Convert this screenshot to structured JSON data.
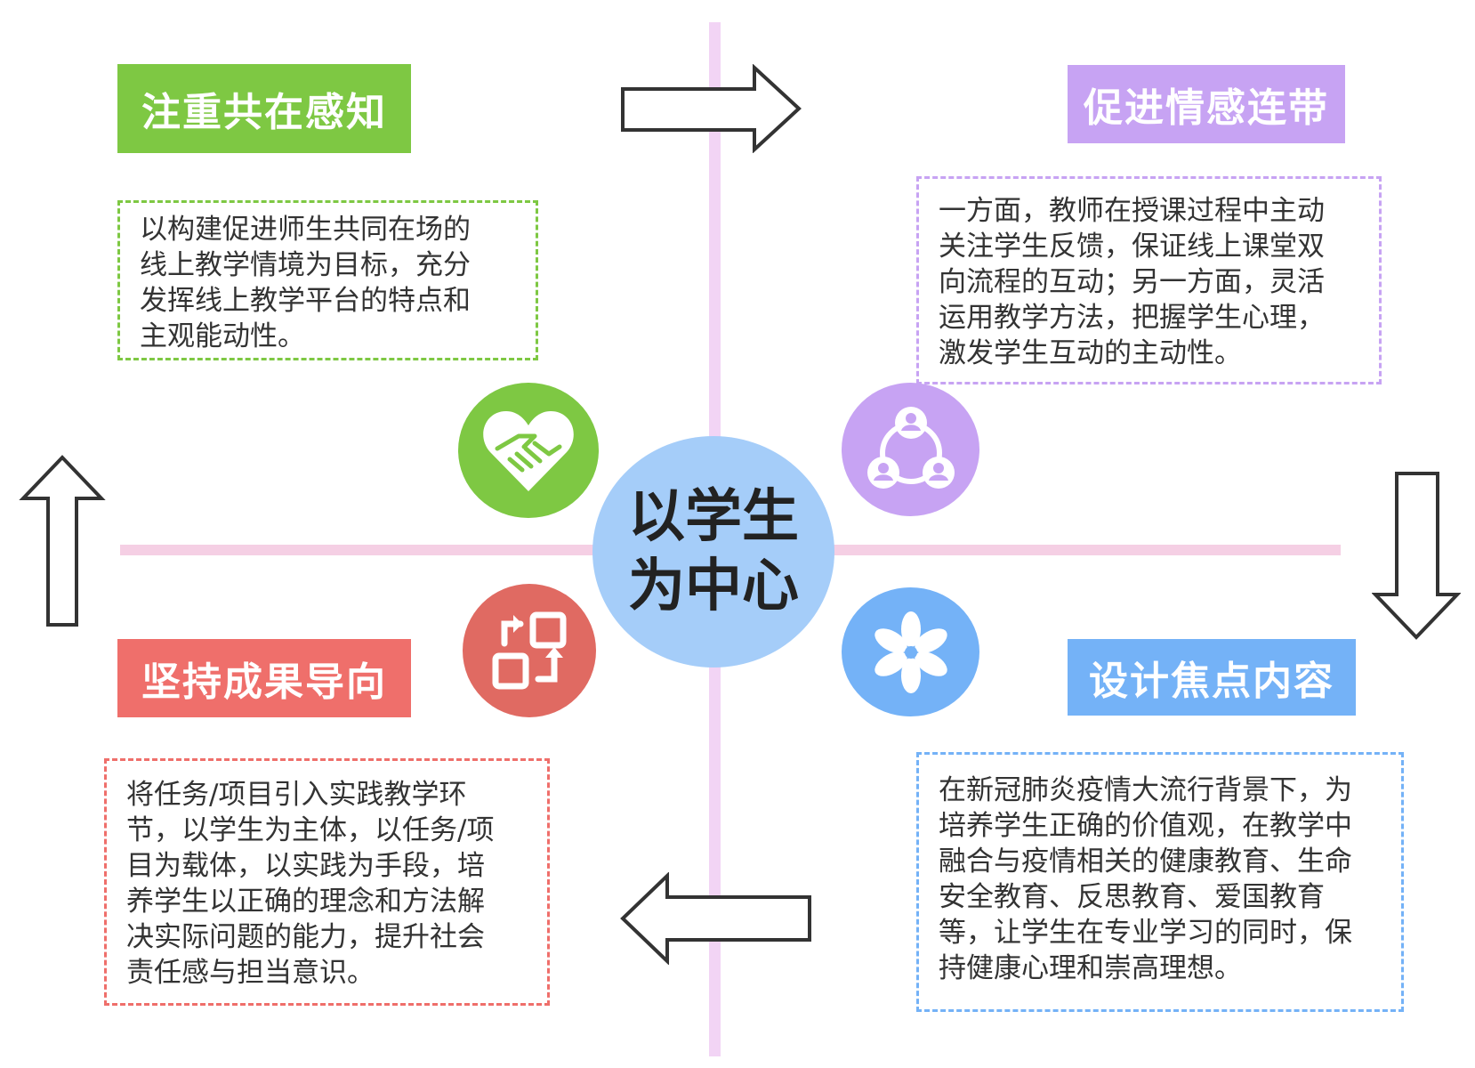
{
  "center": {
    "line1": "以学生",
    "line2": "为中心"
  },
  "quadrants": {
    "top_left": {
      "title": "注重共在感知",
      "text": "以构建促进师生共同在场的\n线上教学情境为目标，充分\n发挥线上教学平台的特点和\n主观能动性。",
      "color": "#7ec843",
      "icon": "handshake-heart-icon"
    },
    "top_right": {
      "title": "促进情感连带",
      "text": "一方面，教师在授课过程中主动\n关注学生反馈，保证线上课堂双\n向流程的互动；另一方面，灵活\n运用教学方法，把握学生心理，\n激发学生互动的主动性。",
      "color": "#c7a3f3",
      "icon": "people-network-icon"
    },
    "bottom_left": {
      "title": "坚持成果导向",
      "text": "将任务/项目引入实践教学环\n节，以学生为主体，以任务/项\n目为载体，以实践为手段，培\n养学生以正确的理念和方法解\n决实际问题的能力，提升社会\n责任感与担当意识。",
      "color": "#ef6f6b",
      "icon": "exchange-squares-icon"
    },
    "bottom_right": {
      "title": "设计焦点内容",
      "text": "在新冠肺炎疫情大流行背景下，为\n培养学生正确的价值观，在教学中\n融合与疫情相关的健康教育、生命\n安全教育、反思教育、爱国教育\n等，让学生在专业学习的同时，保\n持健康心理和崇高理想。",
      "color": "#74b2f7",
      "icon": "flower-icon"
    }
  }
}
